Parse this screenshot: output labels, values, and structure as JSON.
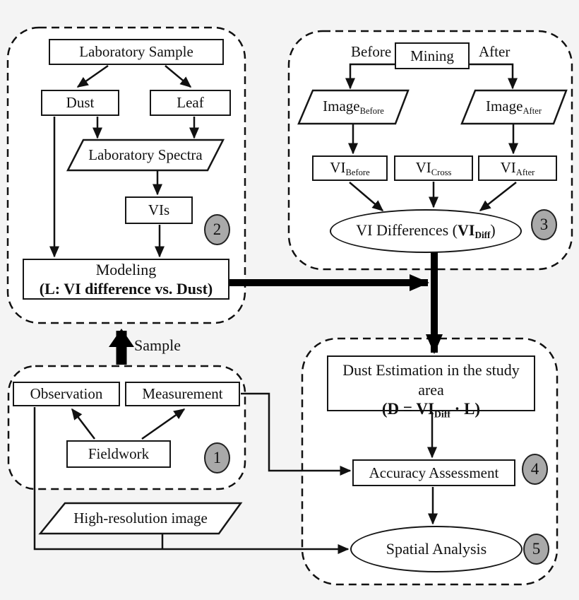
{
  "title": "Dust estimation workflow diagram",
  "colors": {
    "background": "#f4f4f4",
    "panel_fill": "#ffffff",
    "line": "#111111",
    "thick_line": "#000000",
    "badge_fill": "#a9a9a9"
  },
  "badges": {
    "b1": "1",
    "b2": "2",
    "b3": "3",
    "b4": "4",
    "b5": "5"
  },
  "labels": {
    "sample": "Sample",
    "before": "Before",
    "after": "After"
  },
  "nodes": {
    "laboratory_sample": {
      "label": "Laboratory Sample"
    },
    "dust": {
      "label": "Dust"
    },
    "leaf": {
      "label": "Leaf"
    },
    "laboratory_spectra": {
      "label": "Laboratory Spectra"
    },
    "vis": {
      "label": "VIs"
    },
    "modeling": {
      "line1": "Modeling",
      "line2": "(L: VI difference vs. Dust)"
    },
    "mining": {
      "label": "Mining"
    },
    "image_before": {
      "main": "Image",
      "sub": "Before"
    },
    "image_after": {
      "main": "Image",
      "sub": "After"
    },
    "vi_before": {
      "main": "VI",
      "sub": "Before"
    },
    "vi_cross": {
      "main": "VI",
      "sub": "Cross"
    },
    "vi_after": {
      "main": "VI",
      "sub": "After"
    },
    "vi_differences": {
      "pre": "VI Differences (",
      "vi": "VI",
      "sub": "Diff",
      "post": ")"
    },
    "dust_estimation": {
      "line1": "Dust Estimation in the study area",
      "pre": "(D = VI",
      "sub": "Diff",
      "post": " · L)"
    },
    "accuracy_assessment": {
      "label": "Accuracy Assessment"
    },
    "spatial_analysis": {
      "label": "Spatial Analysis"
    },
    "observation": {
      "label": "Observation"
    },
    "measurement": {
      "label": "Measurement"
    },
    "fieldwork": {
      "label": "Fieldwork"
    },
    "high_resolution_image": {
      "label": "High-resolution image"
    }
  }
}
